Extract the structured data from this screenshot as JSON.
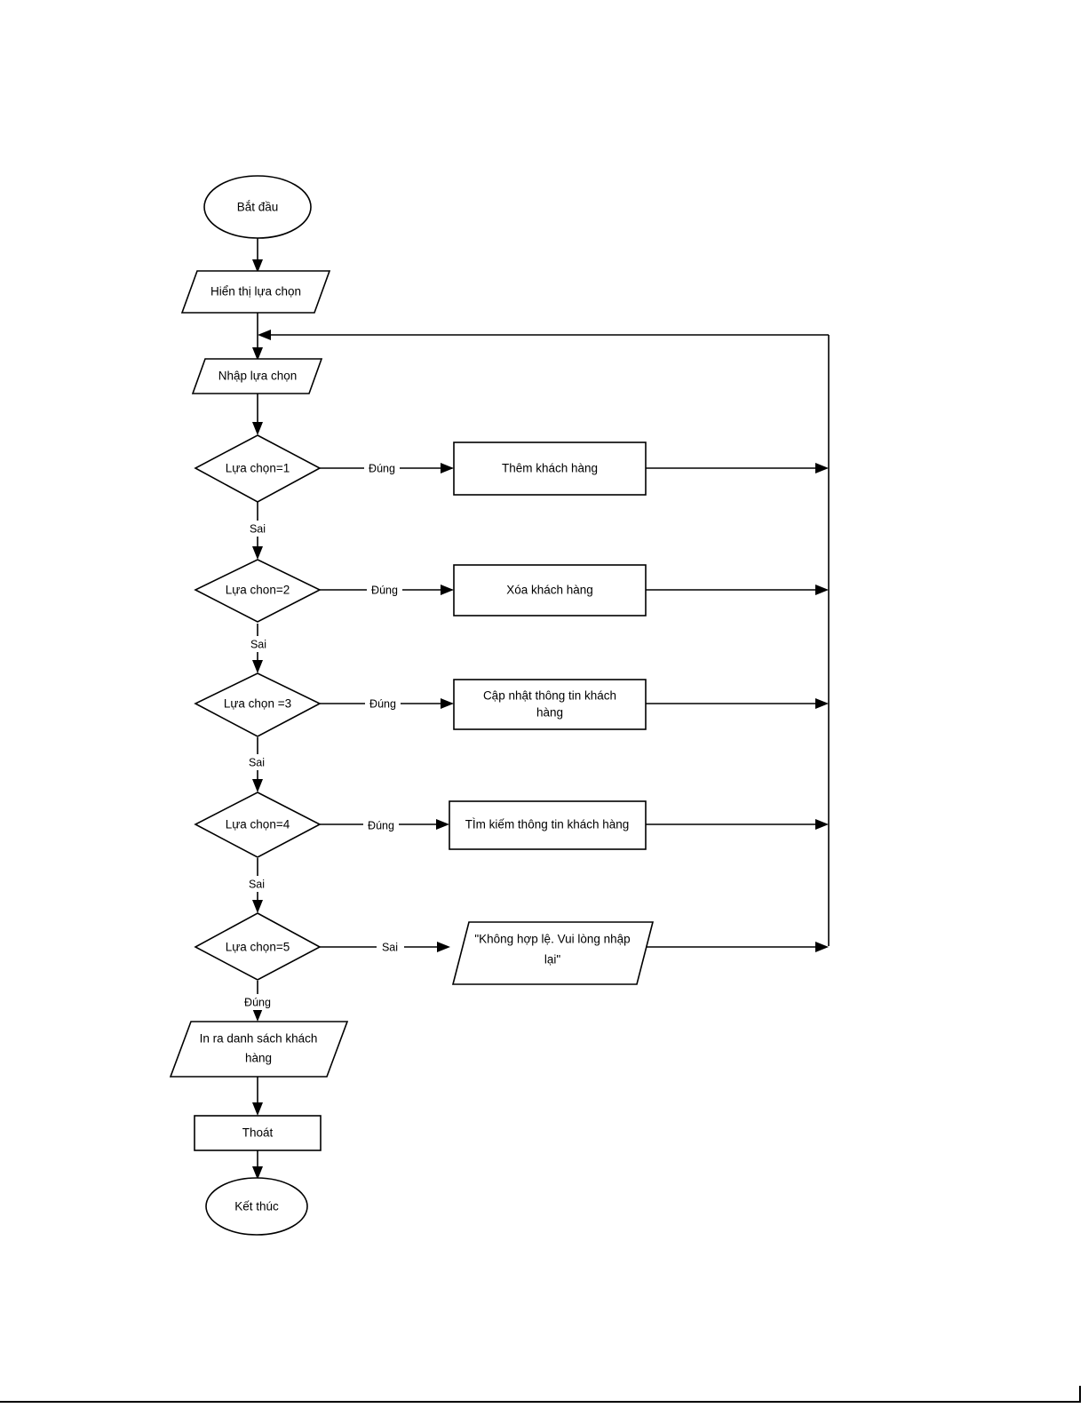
{
  "diagram": {
    "type": "flowchart",
    "language": "vi",
    "title": "",
    "colors": {
      "background": "#ffffff",
      "stroke": "#000000",
      "fill": "#ffffff",
      "text": "#000000"
    },
    "nodes": [
      {
        "id": "start",
        "shape": "ellipse",
        "label": "Bắt đầu"
      },
      {
        "id": "display",
        "shape": "parallelogram",
        "label": "Hiển thị lựa chọn"
      },
      {
        "id": "input",
        "shape": "parallelogram",
        "label": "Nhập lựa chọn"
      },
      {
        "id": "d1",
        "shape": "diamond",
        "label": "Lựa chọn=1"
      },
      {
        "id": "p1",
        "shape": "rectangle",
        "label": "Thêm khách hàng"
      },
      {
        "id": "d2",
        "shape": "diamond",
        "label": "Lựa chon=2"
      },
      {
        "id": "p2",
        "shape": "rectangle",
        "label": "Xóa khách hàng"
      },
      {
        "id": "d3",
        "shape": "diamond",
        "label": "Lựa chọn =3"
      },
      {
        "id": "p3",
        "shape": "rectangle",
        "label": "Cập nhật thông tin khách hàng",
        "lines": [
          "Cập nhật thông tin khách",
          "hàng"
        ]
      },
      {
        "id": "d4",
        "shape": "diamond",
        "label": "Lựa chọn=4"
      },
      {
        "id": "p4",
        "shape": "rectangle",
        "label": "TÌm kiếm thông tin khách hàng"
      },
      {
        "id": "d5",
        "shape": "diamond",
        "label": "Lựa chọn=5"
      },
      {
        "id": "p5",
        "shape": "parallelogram",
        "label": "\"Không hợp lệ. Vui lòng nhập lại\"",
        "lines": [
          "\"Không hợp lệ. Vui lòng nhập",
          "lại\""
        ]
      },
      {
        "id": "print",
        "shape": "parallelogram",
        "label": "In ra danh sách khách hàng",
        "lines": [
          "In ra danh sách khách",
          "hàng"
        ]
      },
      {
        "id": "exit",
        "shape": "rectangle",
        "label": "Thoát"
      },
      {
        "id": "end",
        "shape": "ellipse",
        "label": "Kết thúc"
      }
    ],
    "edge_labels": {
      "true_1": "Đúng",
      "false_1": "Sai",
      "true_2": "Đúng",
      "false_2": "Sai",
      "true_3": "Đúng",
      "false_3": "Sai",
      "true_4": "Đúng",
      "false_4": "Sai",
      "false_5": "Sai",
      "true_5": "Đúng"
    }
  }
}
